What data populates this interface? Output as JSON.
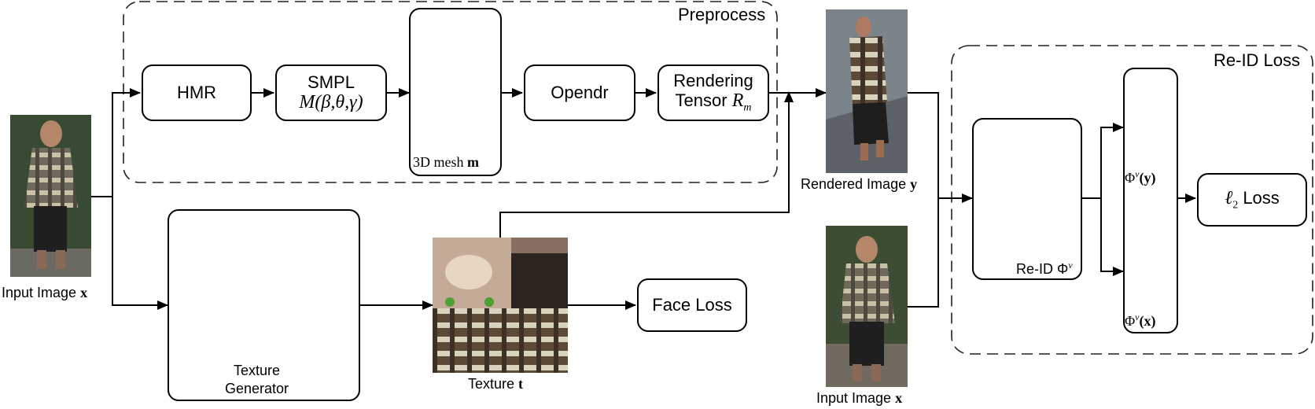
{
  "regions": {
    "preprocess": "Preprocess",
    "reid_loss": "Re-ID Loss"
  },
  "boxes": {
    "hmr": "HMR",
    "smpl_title": "SMPL",
    "smpl_formula": "M(β,θ,γ)",
    "opendr": "Opendr",
    "rendering_line1": "Rendering",
    "rendering_line2": "Tensor",
    "rendering_symbol": "R",
    "rendering_sub": "m",
    "face_loss": "Face Loss",
    "l2_symbol": "ℓ",
    "l2_sub": "2",
    "l2_text": "Loss"
  },
  "labels": {
    "input_image_left": "Input Image",
    "input_image_left_var": "x",
    "mesh": "3D mesh",
    "mesh_var": "m",
    "rendered_image": "Rendered Image",
    "rendered_image_var": "y",
    "texture": "Texture",
    "texture_var": "t",
    "texture_generator_line1": "Texture",
    "texture_generator_line2": "Generator",
    "input_image_right": "Input Image",
    "input_image_right_var": "x",
    "reid_network": "Re-ID Φ",
    "reid_network_sup": "v",
    "feat_y_phi": "Φ",
    "feat_y_sup": "v",
    "feat_y_arg": "(y)",
    "feat_x_phi": "Φ",
    "feat_x_sup": "v",
    "feat_x_arg": "(x)"
  }
}
